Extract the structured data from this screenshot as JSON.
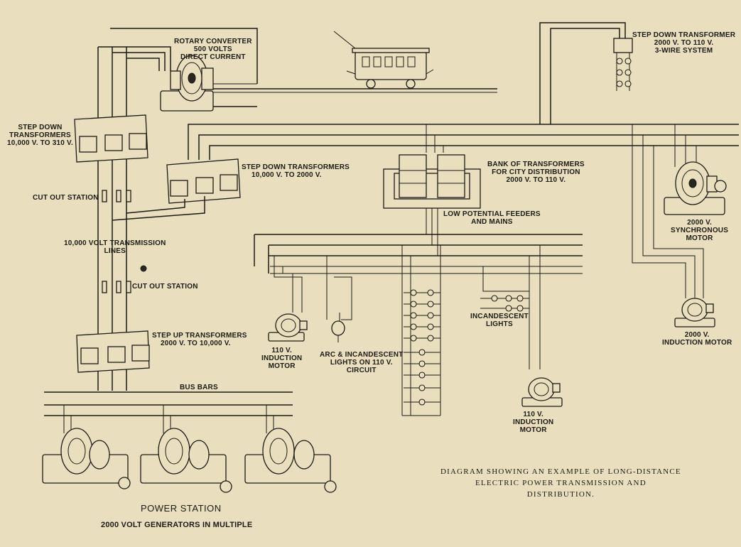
{
  "labels": {
    "rotary_converter": [
      "ROTARY CONVERTER",
      "500 VOLTS",
      "DIRECT CURRENT"
    ],
    "step_down_top_right": [
      "STEP DOWN TRANSFORMER",
      "2000 V. TO 110 V.",
      "3-WIRE SYSTEM"
    ],
    "step_down_left": [
      "STEP DOWN",
      "TRANSFORMERS",
      "10,000 V. TO 310 V."
    ],
    "step_down_middle": [
      "STEP DOWN TRANSFORMERS",
      "10,000 V. TO 2000 V."
    ],
    "bank_of_transformers": [
      "BANK OF TRANSFORMERS",
      "FOR CITY DISTRIBUTION",
      "2000 V. TO 110 V."
    ],
    "low_potential_feeders": [
      "LOW POTENTIAL FEEDERS",
      "AND MAINS"
    ],
    "cut_out_station_upper": "CUT OUT STATION",
    "transmission_lines": [
      "10,000 VOLT TRANSMISSION",
      "LINES"
    ],
    "cut_out_station_lower": "CUT OUT STATION",
    "step_up_transformers": [
      "STEP UP TRANSFORMERS",
      "2000 V. TO 10,000 V."
    ],
    "synchronous_motor": [
      "2000 V.",
      "SYNCHRONOUS",
      "MOTOR"
    ],
    "induction_motor_2000": [
      "2000 V.",
      "INDUCTION MOTOR"
    ],
    "incandescent_lights": [
      "INCANDESCENT",
      "LIGHTS"
    ],
    "induction_motor_110_left": [
      "110 V.",
      "INDUCTION",
      "MOTOR"
    ],
    "arc_lights": [
      "ARC & INCANDESCENT",
      "LIGHTS ON 110 V.",
      "CIRCUIT"
    ],
    "induction_motor_110_right": [
      "110 V.",
      "INDUCTION",
      "MOTOR"
    ],
    "bus_bars": "BUS BARS",
    "power_station": "POWER STATION",
    "generators": "2000 VOLT GENERATORS IN MULTIPLE"
  },
  "caption": [
    "DIAGRAM SHOWING AN EXAMPLE OF LONG-DISTANCE",
    "ELECTRIC POWER TRANSMISSION AND",
    "DISTRIBUTION."
  ],
  "colors": {
    "paper": "#e9dfbf",
    "ink": "#1c1a14"
  }
}
